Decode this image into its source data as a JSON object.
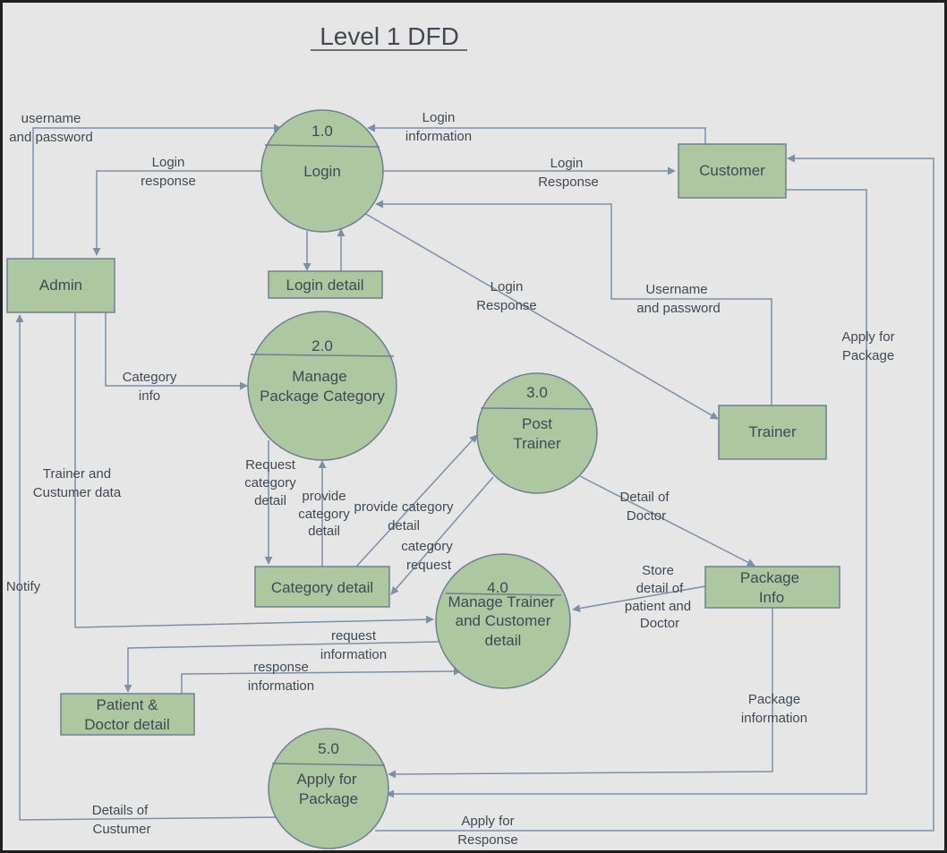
{
  "title": "Level 1 DFD",
  "processes": {
    "login": {
      "num": "1.0",
      "name": [
        "Login"
      ]
    },
    "manage_category": {
      "num": "2.0",
      "name": [
        "Manage",
        "Package Category"
      ]
    },
    "post_trainer": {
      "num": "3.0",
      "name": [
        "Post",
        "Trainer"
      ]
    },
    "manage_trainer_customer": {
      "num": "4.0",
      "name": [
        "Manage Trainer",
        "and Customer",
        "detail"
      ]
    },
    "apply_package": {
      "num": "5.0",
      "name": [
        "Apply for",
        "Package"
      ]
    }
  },
  "entities": {
    "admin": "Admin",
    "customer": "Customer",
    "trainer": "Trainer",
    "package_info": [
      "Package",
      "Info"
    ]
  },
  "stores": {
    "login_detail": "Login detail",
    "category_detail": "Category detail",
    "patient_doctor": [
      "Patient &",
      "Doctor detail"
    ]
  },
  "flow_labels": {
    "username_password_admin": [
      "username",
      "and password"
    ],
    "login_info_customer": [
      "Login",
      "information"
    ],
    "login_response_admin": [
      "Login",
      "response"
    ],
    "login_response_customer": [
      "Login",
      "Response"
    ],
    "username_password_trainer": [
      "Username",
      "and password"
    ],
    "login_response_trainer": [
      "Login",
      "Response"
    ],
    "apply_for_package": [
      "Apply for",
      "Package"
    ],
    "category_info": [
      "Category",
      "info"
    ],
    "trainer_customer_data": [
      "Trainer and",
      "Custumer data"
    ],
    "request_category_detail": [
      "Request",
      "category",
      "detail"
    ],
    "provide_category_detail_a": [
      "provide",
      "category",
      "detail"
    ],
    "provide_category_detail_b": [
      "provide category",
      "detail"
    ],
    "category_request": [
      "category",
      "request"
    ],
    "detail_of_doctor": [
      "Detail of",
      "Doctor"
    ],
    "store_detail": [
      "Store",
      "detail of",
      "patient and",
      "Doctor"
    ],
    "notify": [
      "Notify"
    ],
    "request_information": [
      "request",
      "information"
    ],
    "response_information": [
      "response",
      "information"
    ],
    "package_information": [
      "Package",
      "information"
    ],
    "details_of_customer": [
      "Details of",
      "Custumer"
    ],
    "apply_for_response": [
      "Apply for",
      "Response"
    ]
  }
}
